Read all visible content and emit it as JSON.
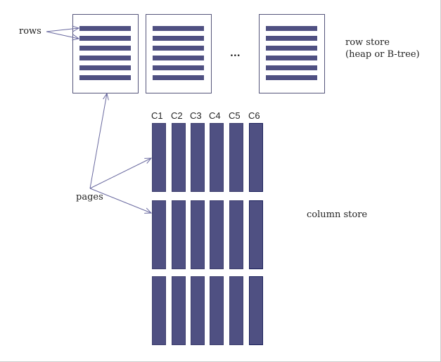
{
  "labels": {
    "rows": "rows",
    "pages": "pages",
    "row_store_line1": "row store",
    "row_store_line2": "(heap or B-tree)",
    "column_store": "column store",
    "ellipsis": "..."
  },
  "columns": [
    "C1",
    "C2",
    "C3",
    "C4",
    "C5",
    "C6"
  ],
  "colors": {
    "fill": "#4f5082",
    "stroke": "#3e3f6e",
    "arrow": "#6a6aa0"
  }
}
